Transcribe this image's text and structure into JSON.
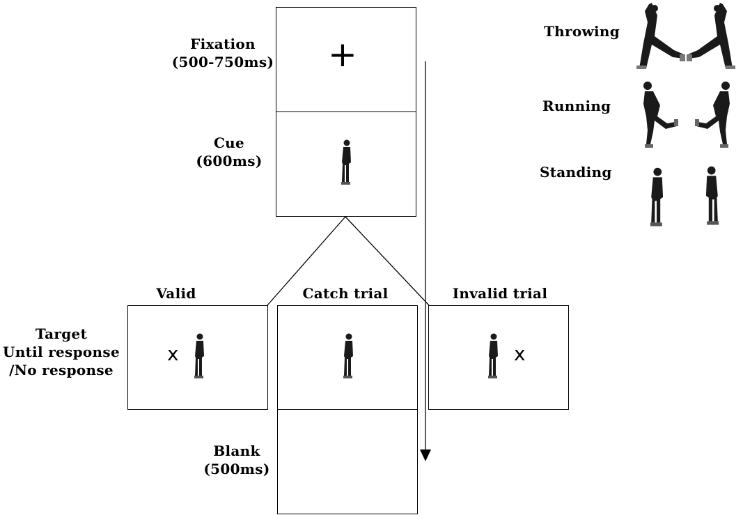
{
  "stages": {
    "fixation": {
      "label": "Fixation\n(500-750ms)",
      "symbol": "+"
    },
    "cue": {
      "label": "Cue\n(600ms)"
    },
    "target": {
      "label": "Target\nUntil response\n/No response"
    },
    "blank": {
      "label": "Blank\n(500ms)"
    }
  },
  "conditions": {
    "valid": {
      "label": "Valid",
      "target_symbol": "x"
    },
    "catch": {
      "label": "Catch trial"
    },
    "invalid": {
      "label": "Invalid trial",
      "target_symbol": "x"
    }
  },
  "legend": {
    "throwing": "Throwing",
    "running": "Running",
    "standing": "Standing"
  },
  "icons": {
    "figure": "standing-person-icon",
    "throwing": "throwing-person-icon",
    "running": "running-person-icon",
    "time_arrow": "time-arrow-icon"
  },
  "colors": {
    "line": "#000000",
    "figure": "#1a1a1a",
    "arrow": "#333333"
  }
}
